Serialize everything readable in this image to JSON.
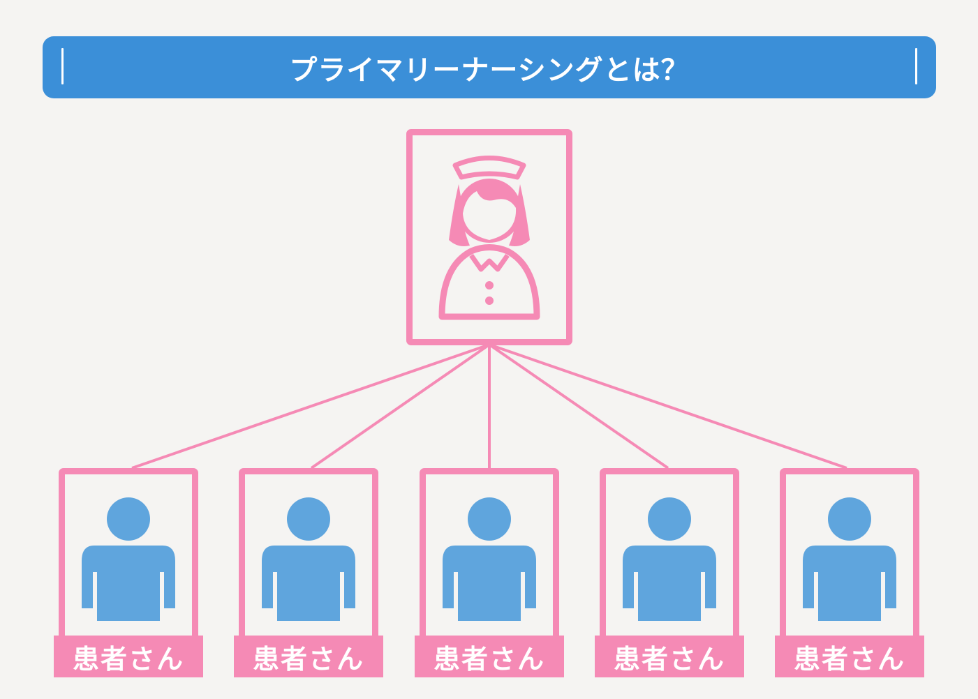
{
  "title": "プライマリーナーシングとは？",
  "nurse": {
    "icon": "nurse-icon"
  },
  "patients": [
    {
      "label": "患者さん",
      "icon": "person-icon"
    },
    {
      "label": "患者さん",
      "icon": "person-icon"
    },
    {
      "label": "患者さん",
      "icon": "person-icon"
    },
    {
      "label": "患者さん",
      "icon": "person-icon"
    },
    {
      "label": "患者さん",
      "icon": "person-icon"
    }
  ],
  "colors": {
    "accent_blue": "#3b8fd8",
    "pink": "#f58ab5",
    "person_blue": "#5fa5dd",
    "background": "#f5f4f2"
  }
}
